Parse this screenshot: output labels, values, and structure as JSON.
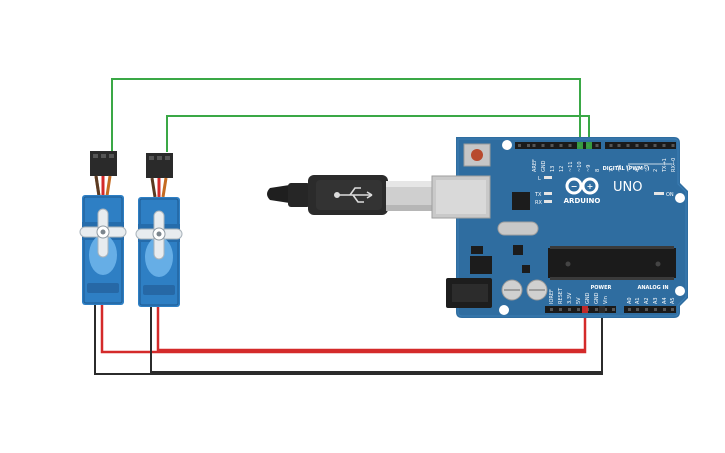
{
  "board": {
    "brand": "ARDUINO",
    "model": "UNO",
    "digital_header": "DIGITAL (PWM~)",
    "power_header": "POWER",
    "analog_header": "ANALOG IN",
    "on_label": "ON",
    "led_l": "L",
    "led_tx": "TX",
    "led_rx": "RX",
    "top_pins": [
      "AREF",
      "GND",
      "13",
      "12",
      "~11",
      "~10",
      "~9",
      "8",
      "7",
      "~6",
      "~5",
      "4",
      "~3",
      "2",
      "TX→1",
      "RX←0"
    ],
    "power_pins": [
      "IOREF",
      "RESET",
      "3.3V",
      "5V",
      "GND",
      "GND",
      "Vin"
    ],
    "analog_pins": [
      "A0",
      "A1",
      "A2",
      "A3",
      "A4",
      "A5"
    ]
  },
  "wires": {
    "signal_color": "#3aa846",
    "power_color": "#d42a2a",
    "ground_color": "#2b2b2b"
  },
  "colors": {
    "board": "#2f6da0",
    "servo": "#2e7fc4"
  }
}
